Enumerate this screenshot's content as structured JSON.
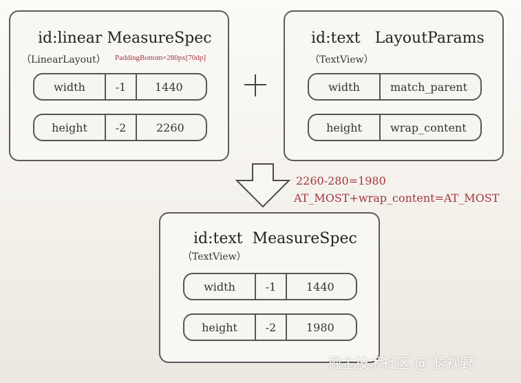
{
  "linear_spec": {
    "title": "id:linear MeasureSpec",
    "subtitle": "（LinearLayout）",
    "note": "PaddingBottom=280px[70dp]",
    "rows": [
      {
        "label": "width",
        "mode": "-1",
        "size": "1440"
      },
      {
        "label": "height",
        "mode": "-2",
        "size": "2260"
      }
    ]
  },
  "text_params": {
    "title": "id:text   LayoutParams",
    "subtitle": "（TextView）",
    "rows": [
      {
        "label": "width",
        "value": "match_parent"
      },
      {
        "label": "height",
        "value": "wrap_content"
      }
    ]
  },
  "operator": {
    "symbol": "plus-icon"
  },
  "arrow": {
    "symbol": "down-arrow-icon"
  },
  "calculation": {
    "line1": "2260-280=1980",
    "line2": "AT_MOST+wrap_content=AT_MOST"
  },
  "text_spec": {
    "title": "id:text  MeasureSpec",
    "subtitle": "（TextView）",
    "rows": [
      {
        "label": "width",
        "mode": "-1",
        "size": "1440"
      },
      {
        "label": "height",
        "mode": "-2",
        "size": "1980"
      }
    ]
  },
  "watermark": "掘金技术社区 @ 猿视野",
  "colors": {
    "accent_red": "#a3333d",
    "border": "#555555"
  }
}
